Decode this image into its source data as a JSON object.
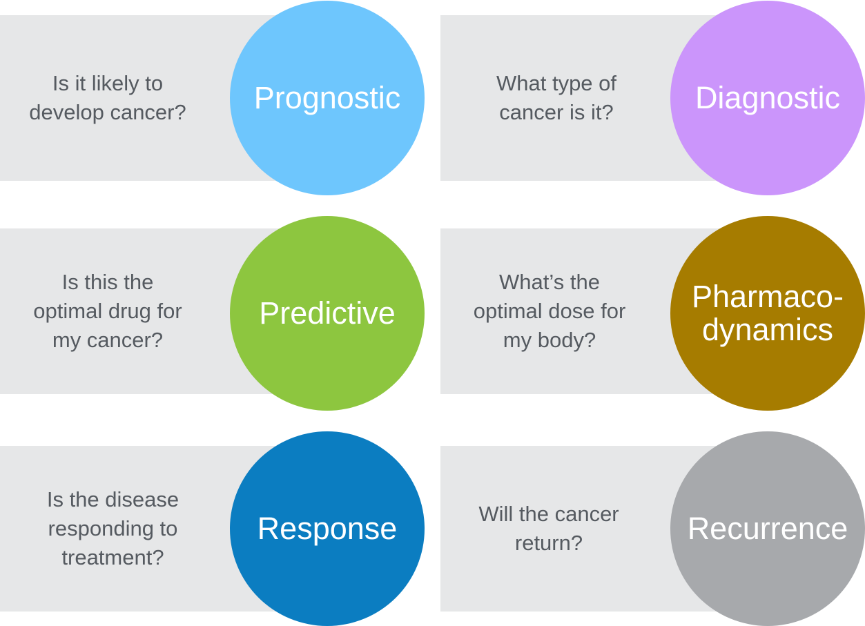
{
  "cards": [
    {
      "id": "prognostic",
      "question": "Is it likely to\ndevelop cancer?",
      "label": "Prognostic",
      "color": "#6ec6fd"
    },
    {
      "id": "diagnostic",
      "question": "What type of\ncancer is it?",
      "label": "Diagnostic",
      "color": "#cb95fb"
    },
    {
      "id": "predictive",
      "question": "Is this the\noptimal drug for\nmy cancer?",
      "label": "Predictive",
      "color": "#8dc63f"
    },
    {
      "id": "pharmacodynamics",
      "question": "What’s the\noptimal dose for\nmy body?",
      "label": "Pharmaco-\ndynamics",
      "color": "#a67c00"
    },
    {
      "id": "response",
      "question": "Is the disease\nresponding to\ntreatment?",
      "label": "Response",
      "color": "#0b7dc1"
    },
    {
      "id": "recurrence",
      "question": "Will the cancer\nreturn?",
      "label": "Recurrence",
      "color": "#a7a9ac"
    }
  ]
}
